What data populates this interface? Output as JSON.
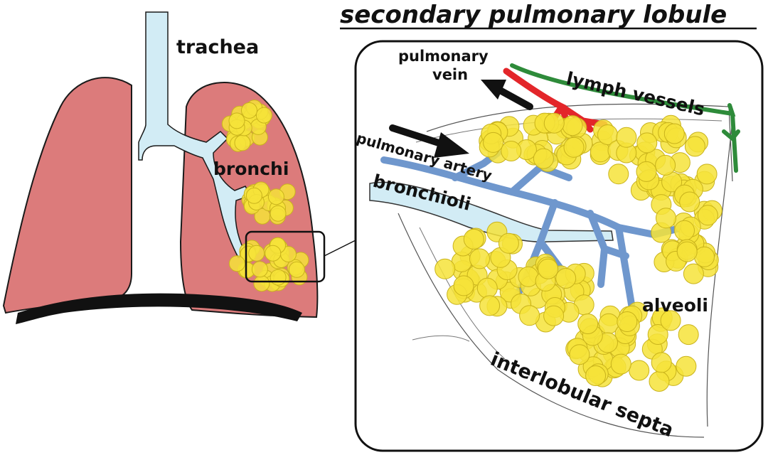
{
  "title": "secondary pulmonary lobule",
  "labels": {
    "trachea": "trachea",
    "bronchi": "bronchi",
    "pulmonary_vein_1": "pulmonary",
    "pulmonary_vein_2": "vein",
    "lymph_vessels": "lymph vessels",
    "pulmonary_artery": "pulmonary artery",
    "bronchioli": "bronchioli",
    "alveoli": "alveoli",
    "interlobular_septa": "interlobular septa"
  },
  "colors": {
    "lung": "#dc7b7b",
    "lung_outline": "#1a1a1a",
    "airway": "#d2ecf5",
    "artery": "#6f97cd",
    "vein": "#e3262a",
    "lymph": "#2e8b3a",
    "alveoli": "#f6e33a",
    "alveoli_outline": "#c9b31c",
    "diaphragm": "#111111"
  }
}
